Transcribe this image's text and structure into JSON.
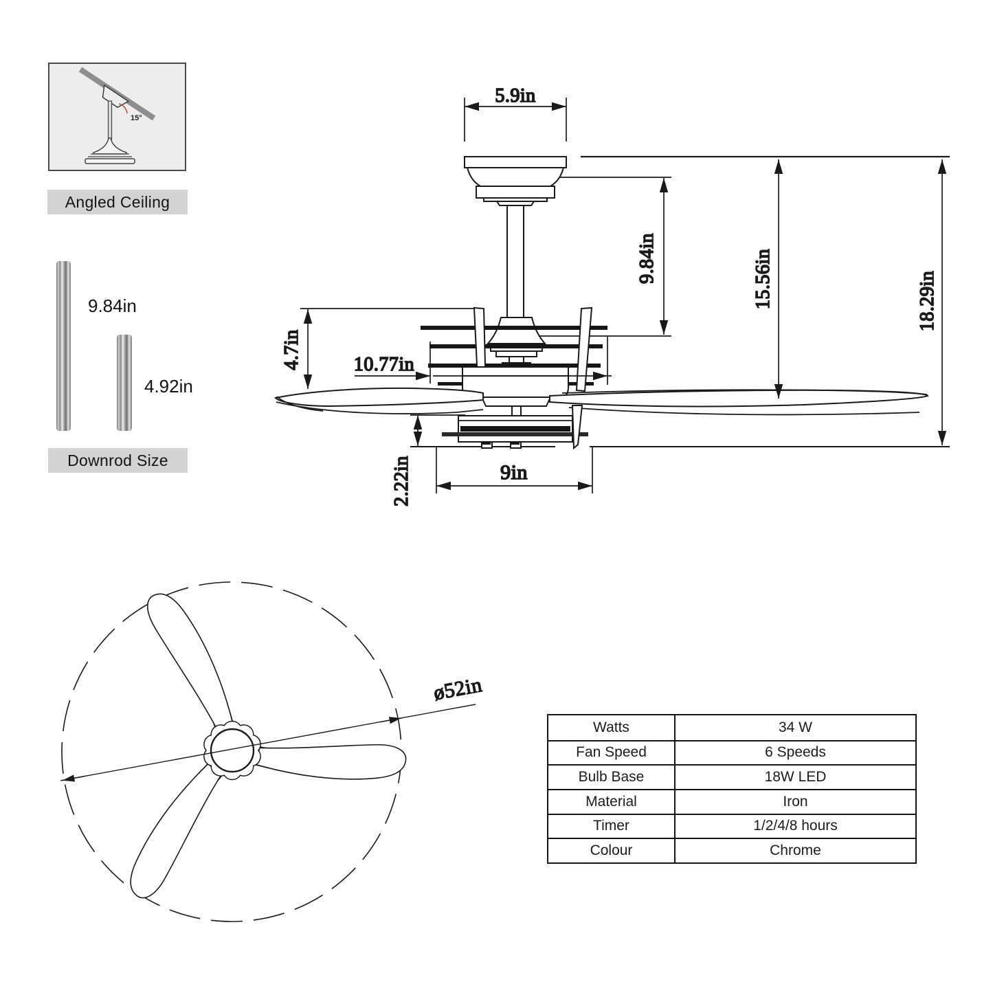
{
  "angled_ceiling": {
    "label": "Angled Ceiling",
    "angle_text": "15°"
  },
  "downrod": {
    "label": "Downrod Size",
    "rod_long_label": "9.84in",
    "rod_short_label": "4.92in"
  },
  "side_view": {
    "canopy_width": "5.9in",
    "downrod_length": "9.84in",
    "height_to_blades": "15.56in",
    "total_height": "18.29in",
    "motor_top_height": "4.7in",
    "motor_width": "10.77in",
    "light_kit_height": "2.22in",
    "light_kit_width": "9in"
  },
  "top_view": {
    "blade_diameter": "ø52in"
  },
  "spec_table": {
    "rows": [
      {
        "label": "Watts",
        "value": "34 W"
      },
      {
        "label": "Fan Speed",
        "value": "6 Speeds"
      },
      {
        "label": "Bulb Base",
        "value": "18W LED"
      },
      {
        "label": "Material",
        "value": "Iron"
      },
      {
        "label": "Timer",
        "value": "1/2/4/8 hours"
      },
      {
        "label": "Colour",
        "value": "Chrome"
      }
    ]
  },
  "colors": {
    "line": "#1a1a1a",
    "panel_bg": "#ededed",
    "label_bg": "#d3d3d3",
    "angle_arc": "#c0392b"
  }
}
